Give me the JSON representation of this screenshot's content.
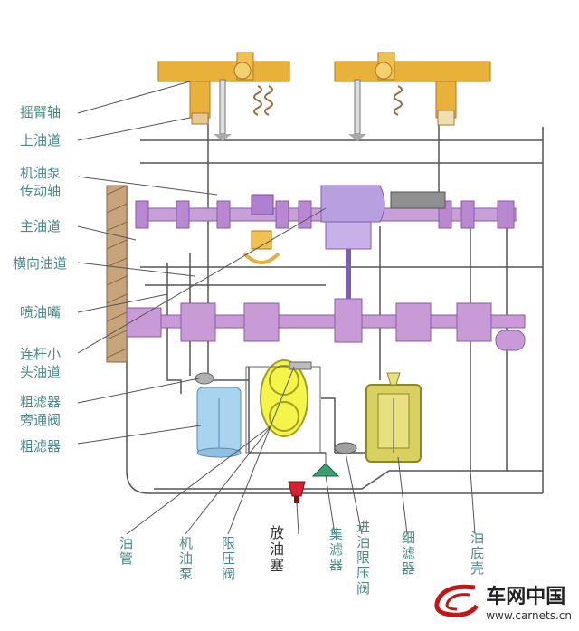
{
  "labels_left": {
    "rocker_shaft": "摇臂轴",
    "upper_oil_gallery": "上油道",
    "oil_pump_drive_shaft_1": "机油泵",
    "oil_pump_drive_shaft_2": "传动轴",
    "main_oil_gallery": "主油道",
    "cross_oil_gallery": "横向油道",
    "oil_nozzle": "喷油嘴",
    "conrod_small_end_1": "连杆小",
    "conrod_small_end_2": "头油道",
    "coarse_filter_bypass_1": "粗滤器",
    "coarse_filter_bypass_2": "旁通阀",
    "coarse_filter": "粗滤器"
  },
  "labels_bottom": {
    "oil_pipe": "油管",
    "oil_pump": "机油泵",
    "pressure_limit_valve": "限压阀",
    "drain_plug": "放油塞",
    "strainer": "集滤器",
    "inlet_pressure_limit_valve": "进油限压阀",
    "fine_filter": "细滤器",
    "oil_pan": "油底壳"
  },
  "watermark": {
    "brand": "车网中国",
    "url": "www.carnets.cn"
  },
  "colors": {
    "rocker": "#e8b13a",
    "camshaft": "#c8a0d8",
    "crankshaft": "#c89ad6",
    "oil_pump": "#f0f04a",
    "fine_filter": "#d8d060",
    "coarse_filter": "#a8d4f0",
    "oil_line": "#555555",
    "block": "#b8906a",
    "label": "#4a8a8a",
    "drain": "#d42030",
    "strainer": "#3aa070"
  }
}
